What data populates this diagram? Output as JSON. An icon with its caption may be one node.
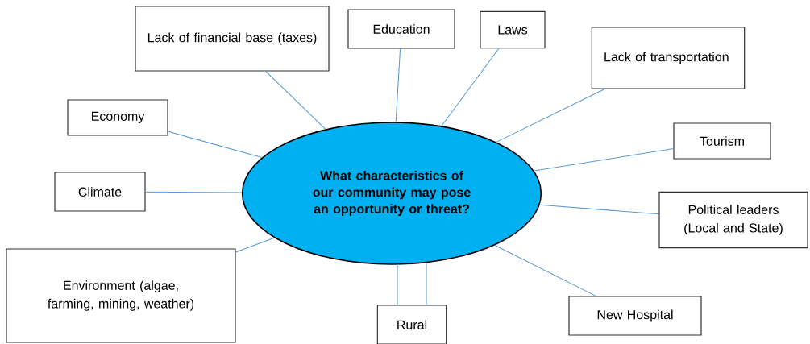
{
  "diagram": {
    "nodes": [
      {
        "text": [
          "What characteristics of our community may pose an opportunity or threat?"
        ]
      },
      {
        "text": [
          "Lack of financial base (taxes)"
        ]
      },
      {
        "text": [
          "Education"
        ]
      },
      {
        "text": [
          "Laws"
        ]
      },
      {
        "text": [
          "Lack of transportation"
        ]
      },
      {
        "text": [
          "Economy"
        ]
      },
      {
        "text": [
          "Tourism"
        ]
      },
      {
        "text": [
          "Climate"
        ]
      },
      {
        "text": [
          "Political leaders (Local and State)"
        ]
      },
      {
        "text": [
          "Environment (algae, farming, mining, weather)"
        ]
      },
      {
        "text": [
          "Rural"
        ]
      },
      {
        "text": [
          "New Hospital"
        ]
      }
    ],
    "edges": [
      {
        "from": 0,
        "to": 1,
        "arrow": "none"
      },
      {
        "from": 0,
        "to": 2,
        "arrow": "none"
      },
      {
        "from": 0,
        "to": 3,
        "arrow": "none"
      },
      {
        "from": 0,
        "to": 4,
        "arrow": "none"
      },
      {
        "from": 0,
        "to": 5,
        "arrow": "none"
      },
      {
        "from": 0,
        "to": 6,
        "arrow": "none"
      },
      {
        "from": 0,
        "to": 7,
        "arrow": "none"
      },
      {
        "from": 0,
        "to": 8,
        "arrow": "none"
      },
      {
        "from": 0,
        "to": 9,
        "arrow": "none"
      },
      {
        "from": 0,
        "to": 10,
        "arrow": "none"
      },
      {
        "from": 0,
        "to": 10,
        "arrow": "none"
      },
      {
        "from": 0,
        "to": 11,
        "arrow": "none"
      }
    ]
  }
}
